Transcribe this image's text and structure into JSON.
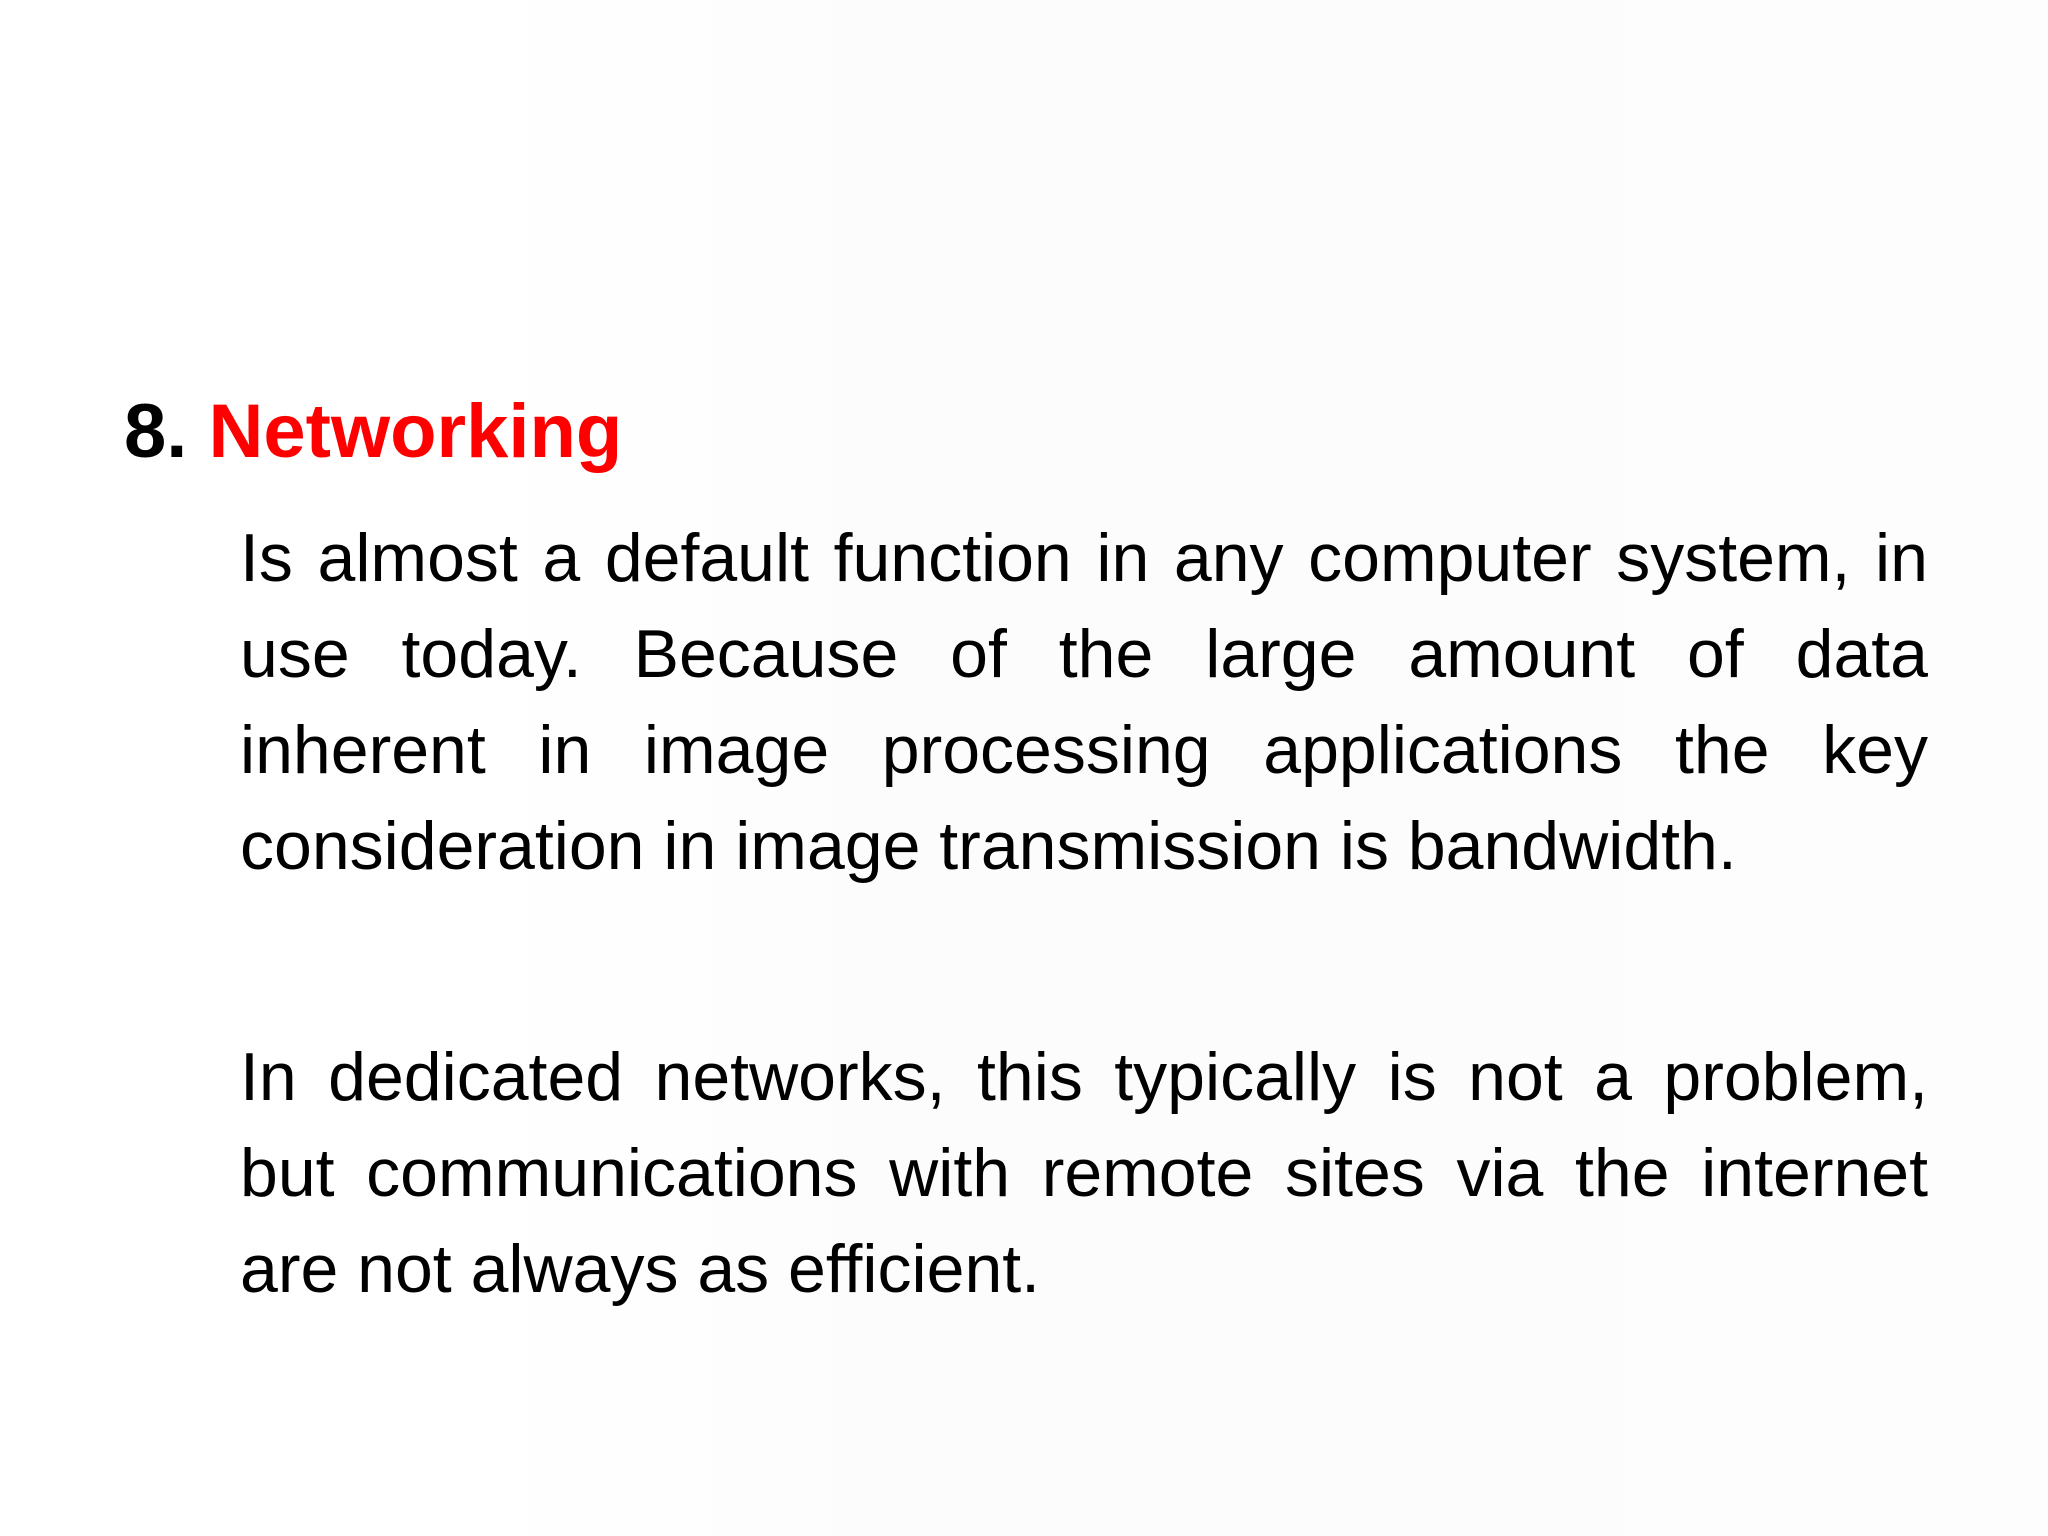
{
  "slide": {
    "heading": {
      "number": "8.",
      "title": "Networking"
    },
    "paragraphs": [
      "Is almost a default function in any computer system, in use today. Because of the large amount of data inherent in image processing applications the key consideration in image transmission is bandwidth.",
      "In dedicated networks, this typically is not a problem, but communications with remote sites via the internet are not always as efficient."
    ]
  },
  "colors": {
    "heading_number": "#000000",
    "heading_title": "#ff0000",
    "body_text": "#000000",
    "background": "#ffffff"
  }
}
